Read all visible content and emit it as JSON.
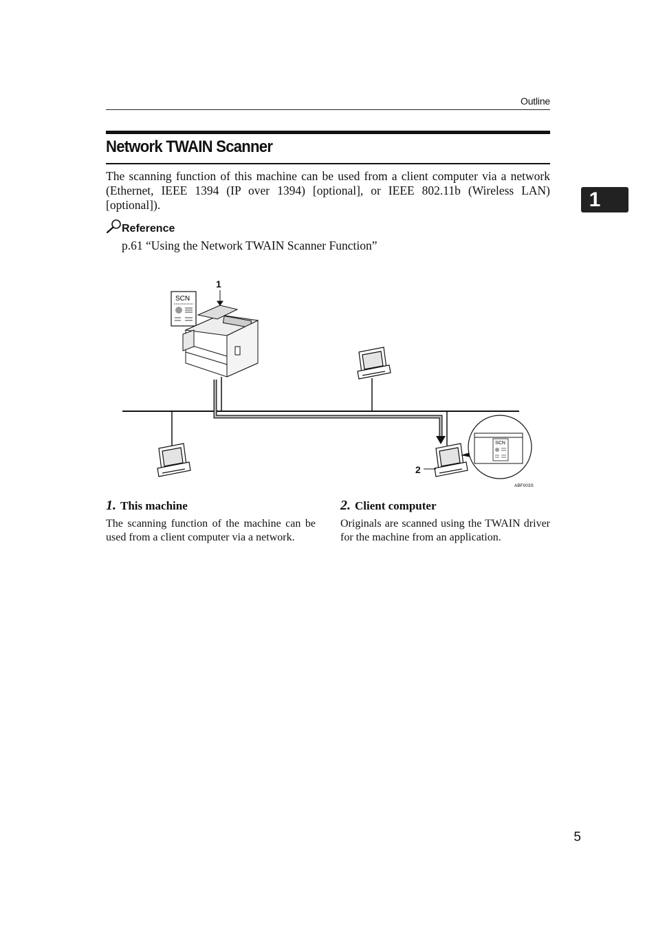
{
  "header": {
    "section": "Outline"
  },
  "chapter_tab": "1",
  "title": "Network TWAIN Scanner",
  "intro": "The scanning function of this machine can be used from a client computer via a network (Ethernet, IEEE 1394 (IP over 1394) [optional], or IEEE 802.11b (Wireless LAN) [optional]).",
  "reference": {
    "title": "Reference",
    "link": "p.61 “Using the Network TWAIN Scanner Function”"
  },
  "diagram": {
    "callout_1": "1",
    "callout_2": "2",
    "doc_label": "SCN",
    "doc_label_small": "SCN",
    "figure_code": "ABF003S"
  },
  "items": [
    {
      "num": "1.",
      "title": "This machine",
      "desc": "The scanning function of the machine can be used from a client computer via a network."
    },
    {
      "num": "2.",
      "title": "Client computer",
      "desc": "Originals are scanned using the TWAIN driver for the machine from an application."
    }
  ],
  "page_number": "5"
}
